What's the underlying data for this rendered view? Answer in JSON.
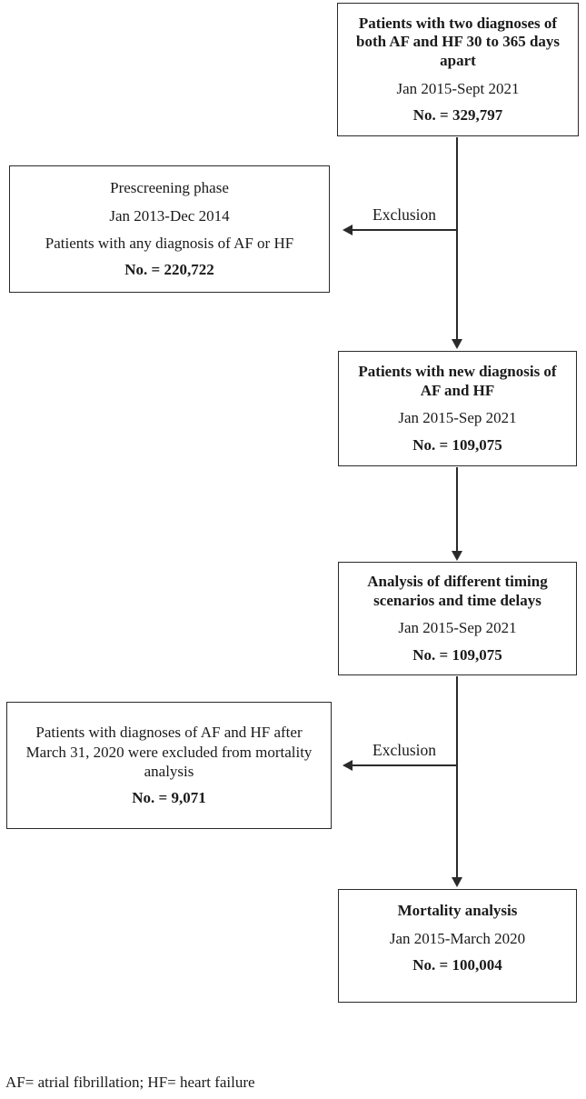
{
  "figure": {
    "boxes": {
      "initial_cohort": {
        "title": "Patients with two diagnoses of both AF and HF 30 to 365 days apart",
        "period": "Jan 2015-Sept 2021",
        "count": "No. = 329,797"
      },
      "prescreening_exclusion": {
        "title": "Prescreening phase",
        "period": "Jan 2013-Dec 2014",
        "description": "Patients with any diagnosis of AF or HF",
        "count": "No. = 220,722"
      },
      "new_diagnosis": {
        "title": "Patients with new diagnosis of AF and HF",
        "period": "Jan 2015-Sep 2021",
        "count": "No. = 109,075"
      },
      "timing_analysis": {
        "title": "Analysis of different timing scenarios and time delays",
        "period": "Jan 2015-Sep 2021",
        "count": "No. = 109,075"
      },
      "mortality_exclusion": {
        "description": "Patients with diagnoses of AF and HF after March 31, 2020 were excluded from mortality analysis",
        "count": "No. = 9,071"
      },
      "mortality_analysis": {
        "title": "Mortality analysis",
        "period": "Jan 2015-March 2020",
        "count": "No. = 100,004"
      }
    },
    "arrow_labels": {
      "exclusion_1": "Exclusion",
      "exclusion_2": "Exclusion"
    },
    "footnote": "AF= atrial fibrillation; HF= heart failure",
    "colors": {
      "line": "#2a2a2a",
      "text": "#1a1a1a",
      "background": "#ffffff"
    }
  }
}
